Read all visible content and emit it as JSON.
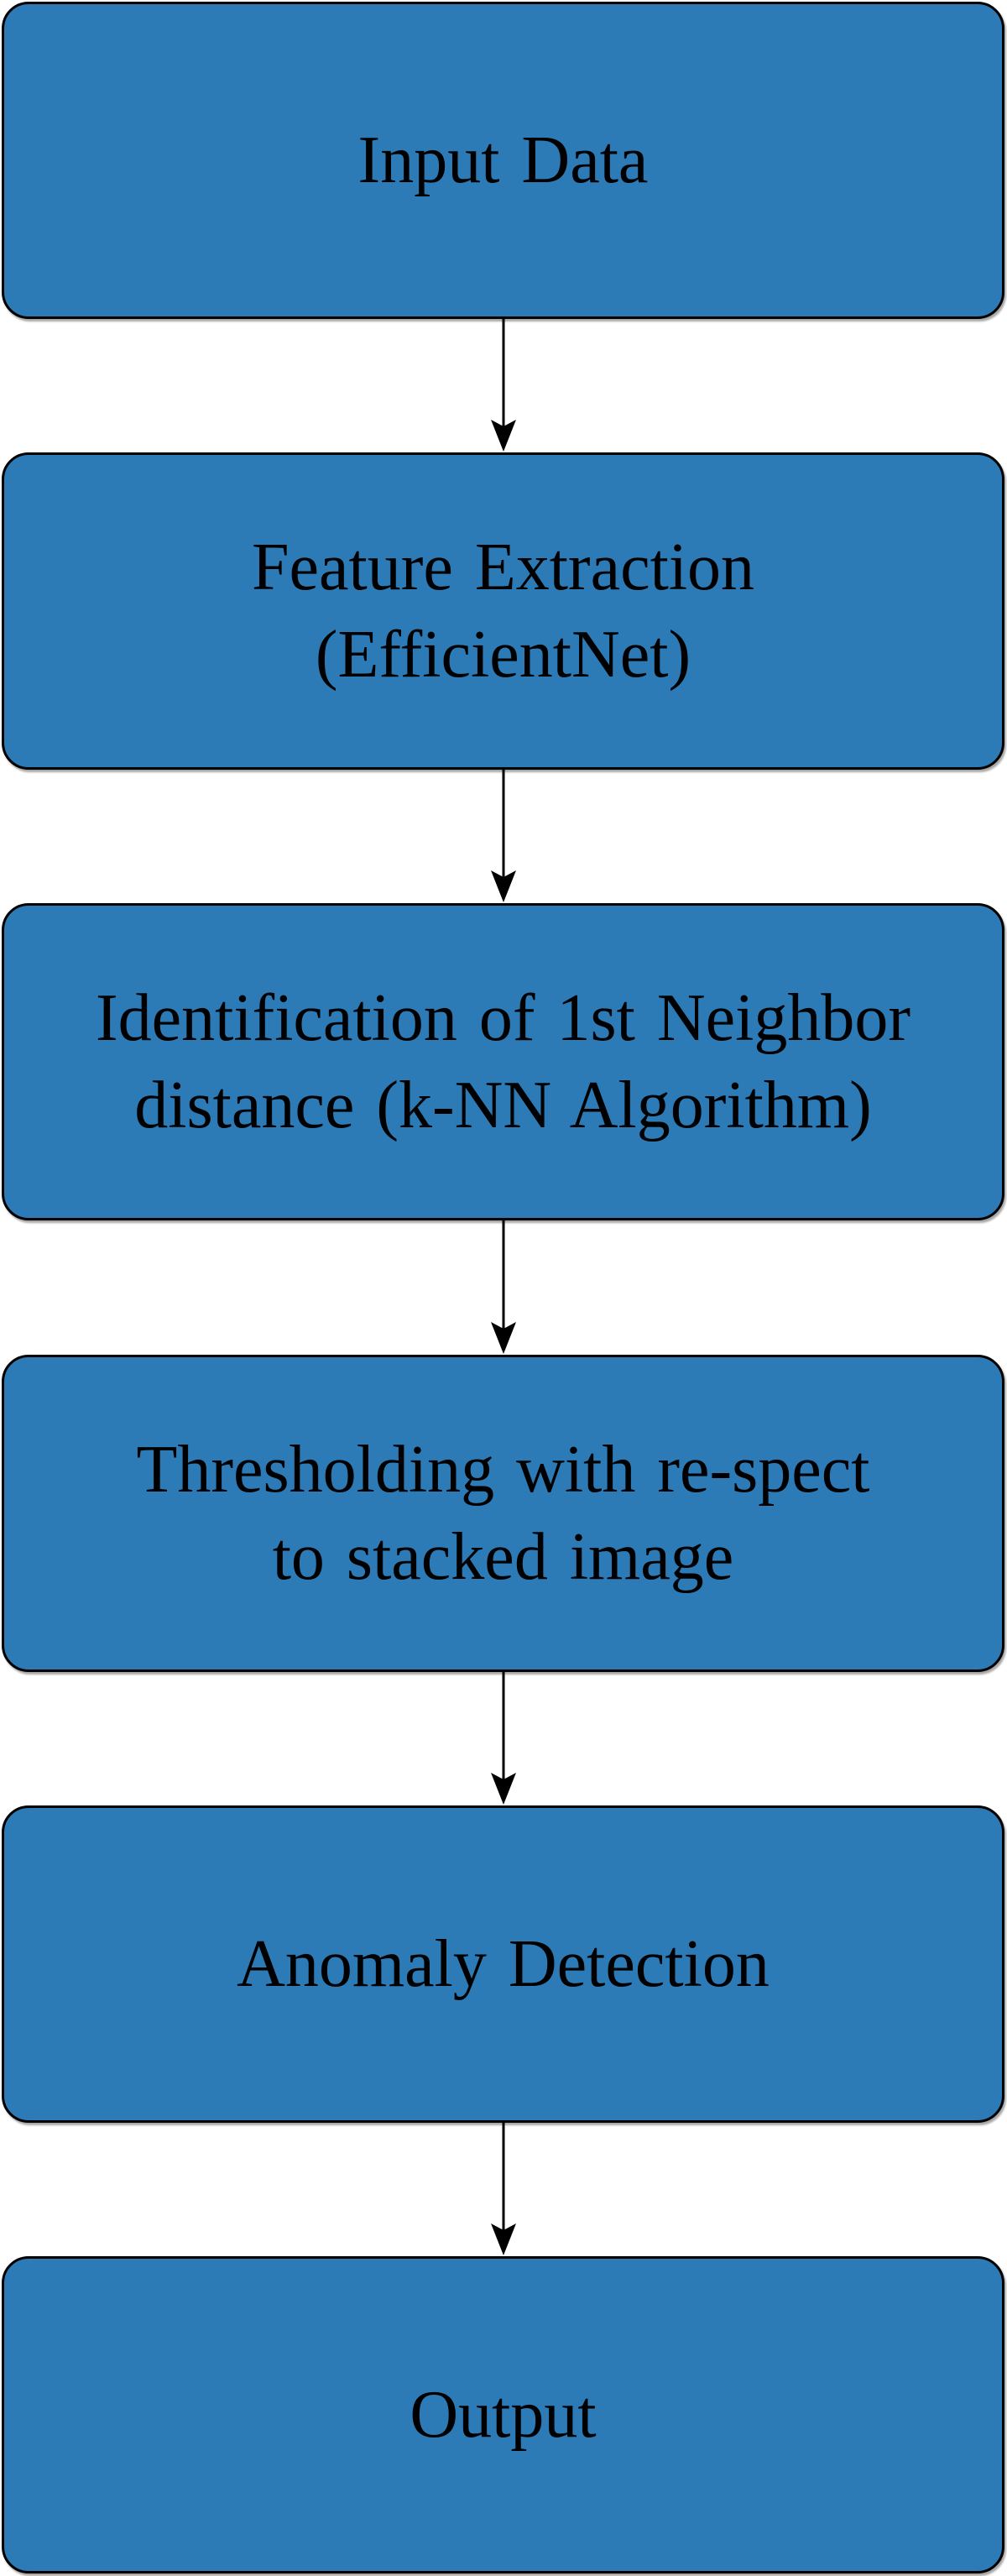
{
  "diagram": {
    "type": "flowchart",
    "direction": "top-to-bottom",
    "colors": {
      "box_fill": "#2C7AB6",
      "box_border": "#000000",
      "text": "#000000",
      "arrow": "#000000",
      "background": "#FFFFFF"
    },
    "nodes": [
      {
        "id": "input",
        "label": "Input Data"
      },
      {
        "id": "feature",
        "label": "Feature Extraction (EfficientNet)"
      },
      {
        "id": "knn",
        "label": "Identification of 1st Neighbor distance (k-NN Algorithm)"
      },
      {
        "id": "threshold",
        "label": "Thresholding with re-spect to stacked image"
      },
      {
        "id": "anomaly",
        "label": "Anomaly Detection"
      },
      {
        "id": "output",
        "label": "Output"
      }
    ],
    "edges": [
      {
        "from": "input",
        "to": "feature"
      },
      {
        "from": "feature",
        "to": "knn"
      },
      {
        "from": "knn",
        "to": "threshold"
      },
      {
        "from": "threshold",
        "to": "anomaly"
      },
      {
        "from": "anomaly",
        "to": "output"
      }
    ]
  }
}
